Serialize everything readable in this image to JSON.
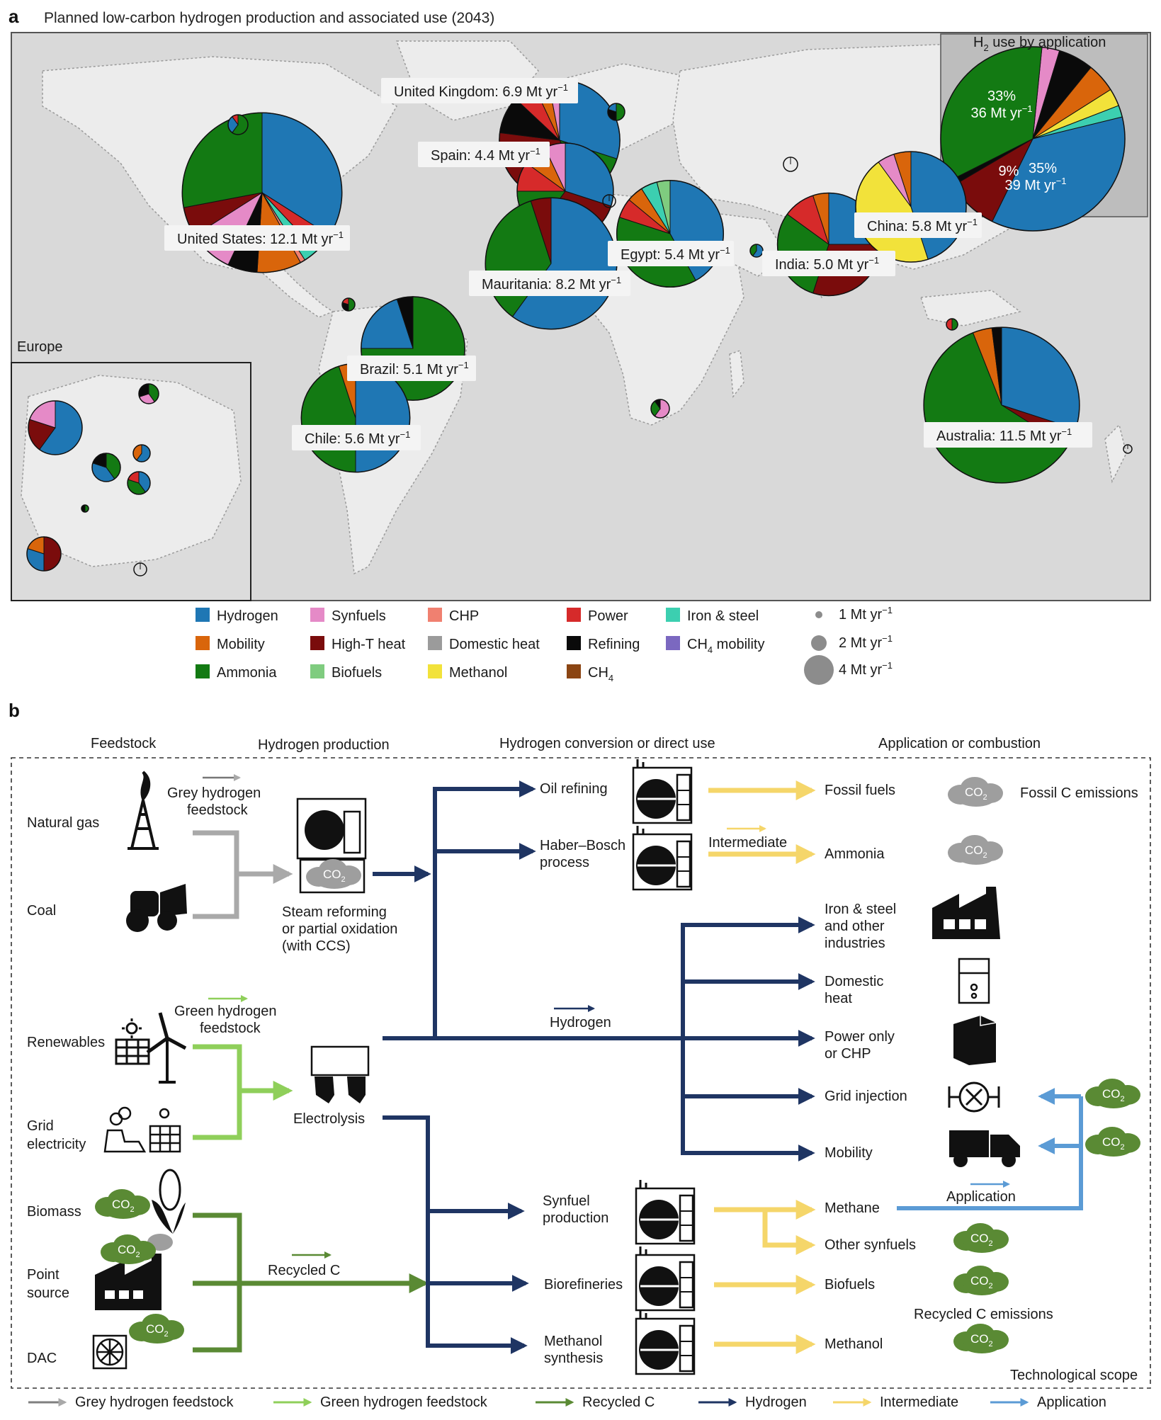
{
  "panel_a": {
    "letter": "a",
    "title": "Planned low-carbon hydrogen production and associated use (2043)",
    "europe_label": "Europe",
    "inset_title_pre": "H",
    "inset_title_sub": "2",
    "inset_title_post": " use by application",
    "callouts": [
      {
        "name": "United States",
        "text": "United States: 12.1 Mt yr",
        "sup": "−1"
      },
      {
        "name": "United Kingdom",
        "text": "United Kingdom: 6.9 Mt yr",
        "sup": "−1"
      },
      {
        "name": "Spain",
        "text": "Spain: 4.4 Mt yr",
        "sup": "−1"
      },
      {
        "name": "Mauritania",
        "text": "Mauritania: 8.2 Mt yr",
        "sup": "−1"
      },
      {
        "name": "Egypt",
        "text": "Egypt: 5.4 Mt yr",
        "sup": "−1"
      },
      {
        "name": "India",
        "text": "India: 5.0 Mt yr",
        "sup": "−1"
      },
      {
        "name": "China",
        "text": "China: 5.8 Mt yr",
        "sup": "−1"
      },
      {
        "name": "Brazil",
        "text": "Brazil: 5.1 Mt yr",
        "sup": "−1"
      },
      {
        "name": "Chile",
        "text": "Chile: 5.6 Mt yr",
        "sup": "−1"
      },
      {
        "name": "Australia",
        "text": "Australia: 11.5 Mt yr",
        "sup": "−1"
      }
    ],
    "inset_pie_labels": [
      {
        "name": "ammonia",
        "line1": "33%",
        "line2": "36 Mt yr",
        "sup": "−1"
      },
      {
        "name": "hydrogen",
        "line1": "35%",
        "line2": "39 Mt yr",
        "sup": "−1"
      },
      {
        "name": "high-t-heat",
        "line1": "9%",
        "line2": "",
        "sup": ""
      }
    ],
    "legend": [
      {
        "label": "Hydrogen",
        "color": "#1f77b4"
      },
      {
        "label": "Mobility",
        "color": "#d9650b"
      },
      {
        "label": "Ammonia",
        "color": "#137a13"
      },
      {
        "label": "Synfuels",
        "color": "#e58ac7"
      },
      {
        "label": "High-T heat",
        "color": "#7a0c0c"
      },
      {
        "label": "Biofuels",
        "color": "#7fcc7f"
      },
      {
        "label": "CHP",
        "color": "#f08070"
      },
      {
        "label": "Domestic heat",
        "color": "#9b9b9b"
      },
      {
        "label": "Methanol",
        "color": "#f2e23a"
      },
      {
        "label": "Power",
        "color": "#d62a2a"
      },
      {
        "label": "Refining",
        "color": "#0a0a0a"
      },
      {
        "label": "CH",
        "sub": "4",
        "color": "#8b4513"
      },
      {
        "label": "Iron & steel",
        "color": "#3ccfb0"
      },
      {
        "label": "CH",
        "sub": "4",
        "tail": " mobility",
        "color": "#7b68c0"
      }
    ],
    "size_legend": [
      {
        "text": "1 Mt yr",
        "sup": "−1",
        "value": 1
      },
      {
        "text": "2 Mt yr",
        "sup": "−1",
        "value": 2
      },
      {
        "text": "4 Mt yr",
        "sup": "−1",
        "value": 4
      }
    ]
  },
  "chart_data": {
    "type": "pie",
    "title": "Planned low-carbon hydrogen production and associated use (2043)",
    "units": "Mt yr−1",
    "inset": {
      "title": "H2 use by application",
      "slices": [
        {
          "category": "Hydrogen",
          "share": 0.35,
          "value": 39
        },
        {
          "category": "Ammonia",
          "share": 0.33,
          "value": 36
        },
        {
          "category": "High-T heat",
          "share": 0.09
        },
        {
          "category": "Refining",
          "share": 0.06
        },
        {
          "category": "Mobility",
          "share": 0.05
        },
        {
          "category": "Synfuels",
          "share": 0.03
        },
        {
          "category": "Methanol",
          "share": 0.03
        },
        {
          "category": "Power",
          "share": 0.02
        },
        {
          "category": "Iron & steel",
          "share": 0.02
        },
        {
          "category": "Biofuels",
          "share": 0.01
        },
        {
          "category": "CHP",
          "share": 0.005
        },
        {
          "category": "Domestic heat",
          "share": 0.005
        }
      ]
    },
    "countries": [
      {
        "name": "United States",
        "total": 12.1,
        "slices": [
          [
            "Hydrogen",
            0.34
          ],
          [
            "Power",
            0.04
          ],
          [
            "Iron & steel",
            0.03
          ],
          [
            "CHP",
            0.01
          ],
          [
            "Mobility",
            0.09
          ],
          [
            "Refining",
            0.06
          ],
          [
            "Synfuels",
            0.09
          ],
          [
            "High-T heat",
            0.06
          ],
          [
            "Ammonia",
            0.28
          ]
        ]
      },
      {
        "name": "United Kingdom",
        "total": 6.9,
        "slices": [
          [
            "Hydrogen",
            0.3
          ],
          [
            "Ammonia",
            0.12
          ],
          [
            "High-T heat",
            0.35
          ],
          [
            "Refining",
            0.1
          ],
          [
            "Power",
            0.06
          ],
          [
            "Mobility",
            0.04
          ],
          [
            "Synfuels",
            0.03
          ]
        ]
      },
      {
        "name": "Spain",
        "total": 4.4,
        "slices": [
          [
            "Hydrogen",
            0.3
          ],
          [
            "High-T heat",
            0.3
          ],
          [
            "Ammonia",
            0.15
          ],
          [
            "Power",
            0.1
          ],
          [
            "Mobility",
            0.08
          ],
          [
            "Synfuels",
            0.07
          ]
        ]
      },
      {
        "name": "Mauritania",
        "total": 8.2,
        "slices": [
          [
            "Hydrogen",
            0.6
          ],
          [
            "Ammonia",
            0.35
          ],
          [
            "High-T heat",
            0.05
          ]
        ]
      },
      {
        "name": "Egypt",
        "total": 5.4,
        "slices": [
          [
            "Hydrogen",
            0.42
          ],
          [
            "Ammonia",
            0.38
          ],
          [
            "Power",
            0.06
          ],
          [
            "Mobility",
            0.05
          ],
          [
            "Iron & steel",
            0.05
          ],
          [
            "Biofuels",
            0.04
          ]
        ]
      },
      {
        "name": "India",
        "total": 5.0,
        "slices": [
          [
            "Hydrogen",
            0.25
          ],
          [
            "High-T heat",
            0.3
          ],
          [
            "Ammonia",
            0.3
          ],
          [
            "Power",
            0.1
          ],
          [
            "Mobility",
            0.05
          ]
        ]
      },
      {
        "name": "China",
        "total": 5.8,
        "slices": [
          [
            "Hydrogen",
            0.45
          ],
          [
            "Methanol",
            0.45
          ],
          [
            "Synfuels",
            0.05
          ],
          [
            "Mobility",
            0.05
          ]
        ]
      },
      {
        "name": "Brazil",
        "total": 5.1,
        "slices": [
          [
            "Ammonia",
            0.75
          ],
          [
            "Hydrogen",
            0.2
          ],
          [
            "Refining",
            0.05
          ]
        ]
      },
      {
        "name": "Chile",
        "total": 5.6,
        "slices": [
          [
            "Hydrogen",
            0.5
          ],
          [
            "Ammonia",
            0.45
          ],
          [
            "Mobility",
            0.05
          ]
        ]
      },
      {
        "name": "Australia",
        "total": 11.5,
        "slices": [
          [
            "Hydrogen",
            0.3
          ],
          [
            "High-T heat",
            0.04
          ],
          [
            "Ammonia",
            0.6
          ],
          [
            "Mobility",
            0.04
          ],
          [
            "Refining",
            0.02
          ]
        ]
      }
    ]
  },
  "panel_b": {
    "letter": "b",
    "headers": {
      "feedstock": "Feedstock",
      "production": "Hydrogen production",
      "conversion": "Hydrogen conversion or direct use",
      "application": "Application or combustion"
    },
    "feedstocks": [
      "Natural gas",
      "Coal",
      "Renewables",
      "Grid",
      "electricity",
      "Biomass",
      "Point",
      "source",
      "DAC"
    ],
    "grey_label": [
      "Grey hydrogen",
      "feedstock"
    ],
    "green_label": [
      "Green hydrogen",
      "feedstock"
    ],
    "smr_label": [
      "Steam reforming",
      "or partial oxidation",
      "(with CCS)"
    ],
    "electrolysis_label": "Electrolysis",
    "recycled_label": "Recycled C",
    "hydrogen_label": "Hydrogen",
    "intermediate_label": "Intermediate",
    "application_label": "Application",
    "conversions": [
      "Oil refining",
      "Haber–Bosch",
      "process",
      "Synfuel",
      "production",
      "Biorefineries",
      "Methanol",
      "synthesis"
    ],
    "applications": [
      "Fossil fuels",
      "Ammonia",
      "Iron & steel",
      "and other",
      "industries",
      "Domestic",
      "heat",
      "Power only",
      "or CHP",
      "Grid injection",
      "Mobility",
      "Methane",
      "Other synfuels",
      "Biofuels",
      "Methanol"
    ],
    "fossil_emissions_label": "Fossil C emissions",
    "recycled_emissions_label": "Recycled C emissions",
    "scope_label": "Technological scope",
    "co2_main": "CO",
    "co2_sub": "2",
    "flow_legend": [
      {
        "label": "Grey hydrogen feedstock",
        "color": "#7f7f7f"
      },
      {
        "label": "Green hydrogen feedstock",
        "color": "#8fcf5a"
      },
      {
        "label": "Recycled C",
        "color": "#5a8a34"
      },
      {
        "label": "Hydrogen",
        "color": "#1f3563"
      },
      {
        "label": "Intermediate",
        "color": "#f5d66a"
      },
      {
        "label": "Application",
        "color": "#5b9bd5"
      }
    ]
  }
}
